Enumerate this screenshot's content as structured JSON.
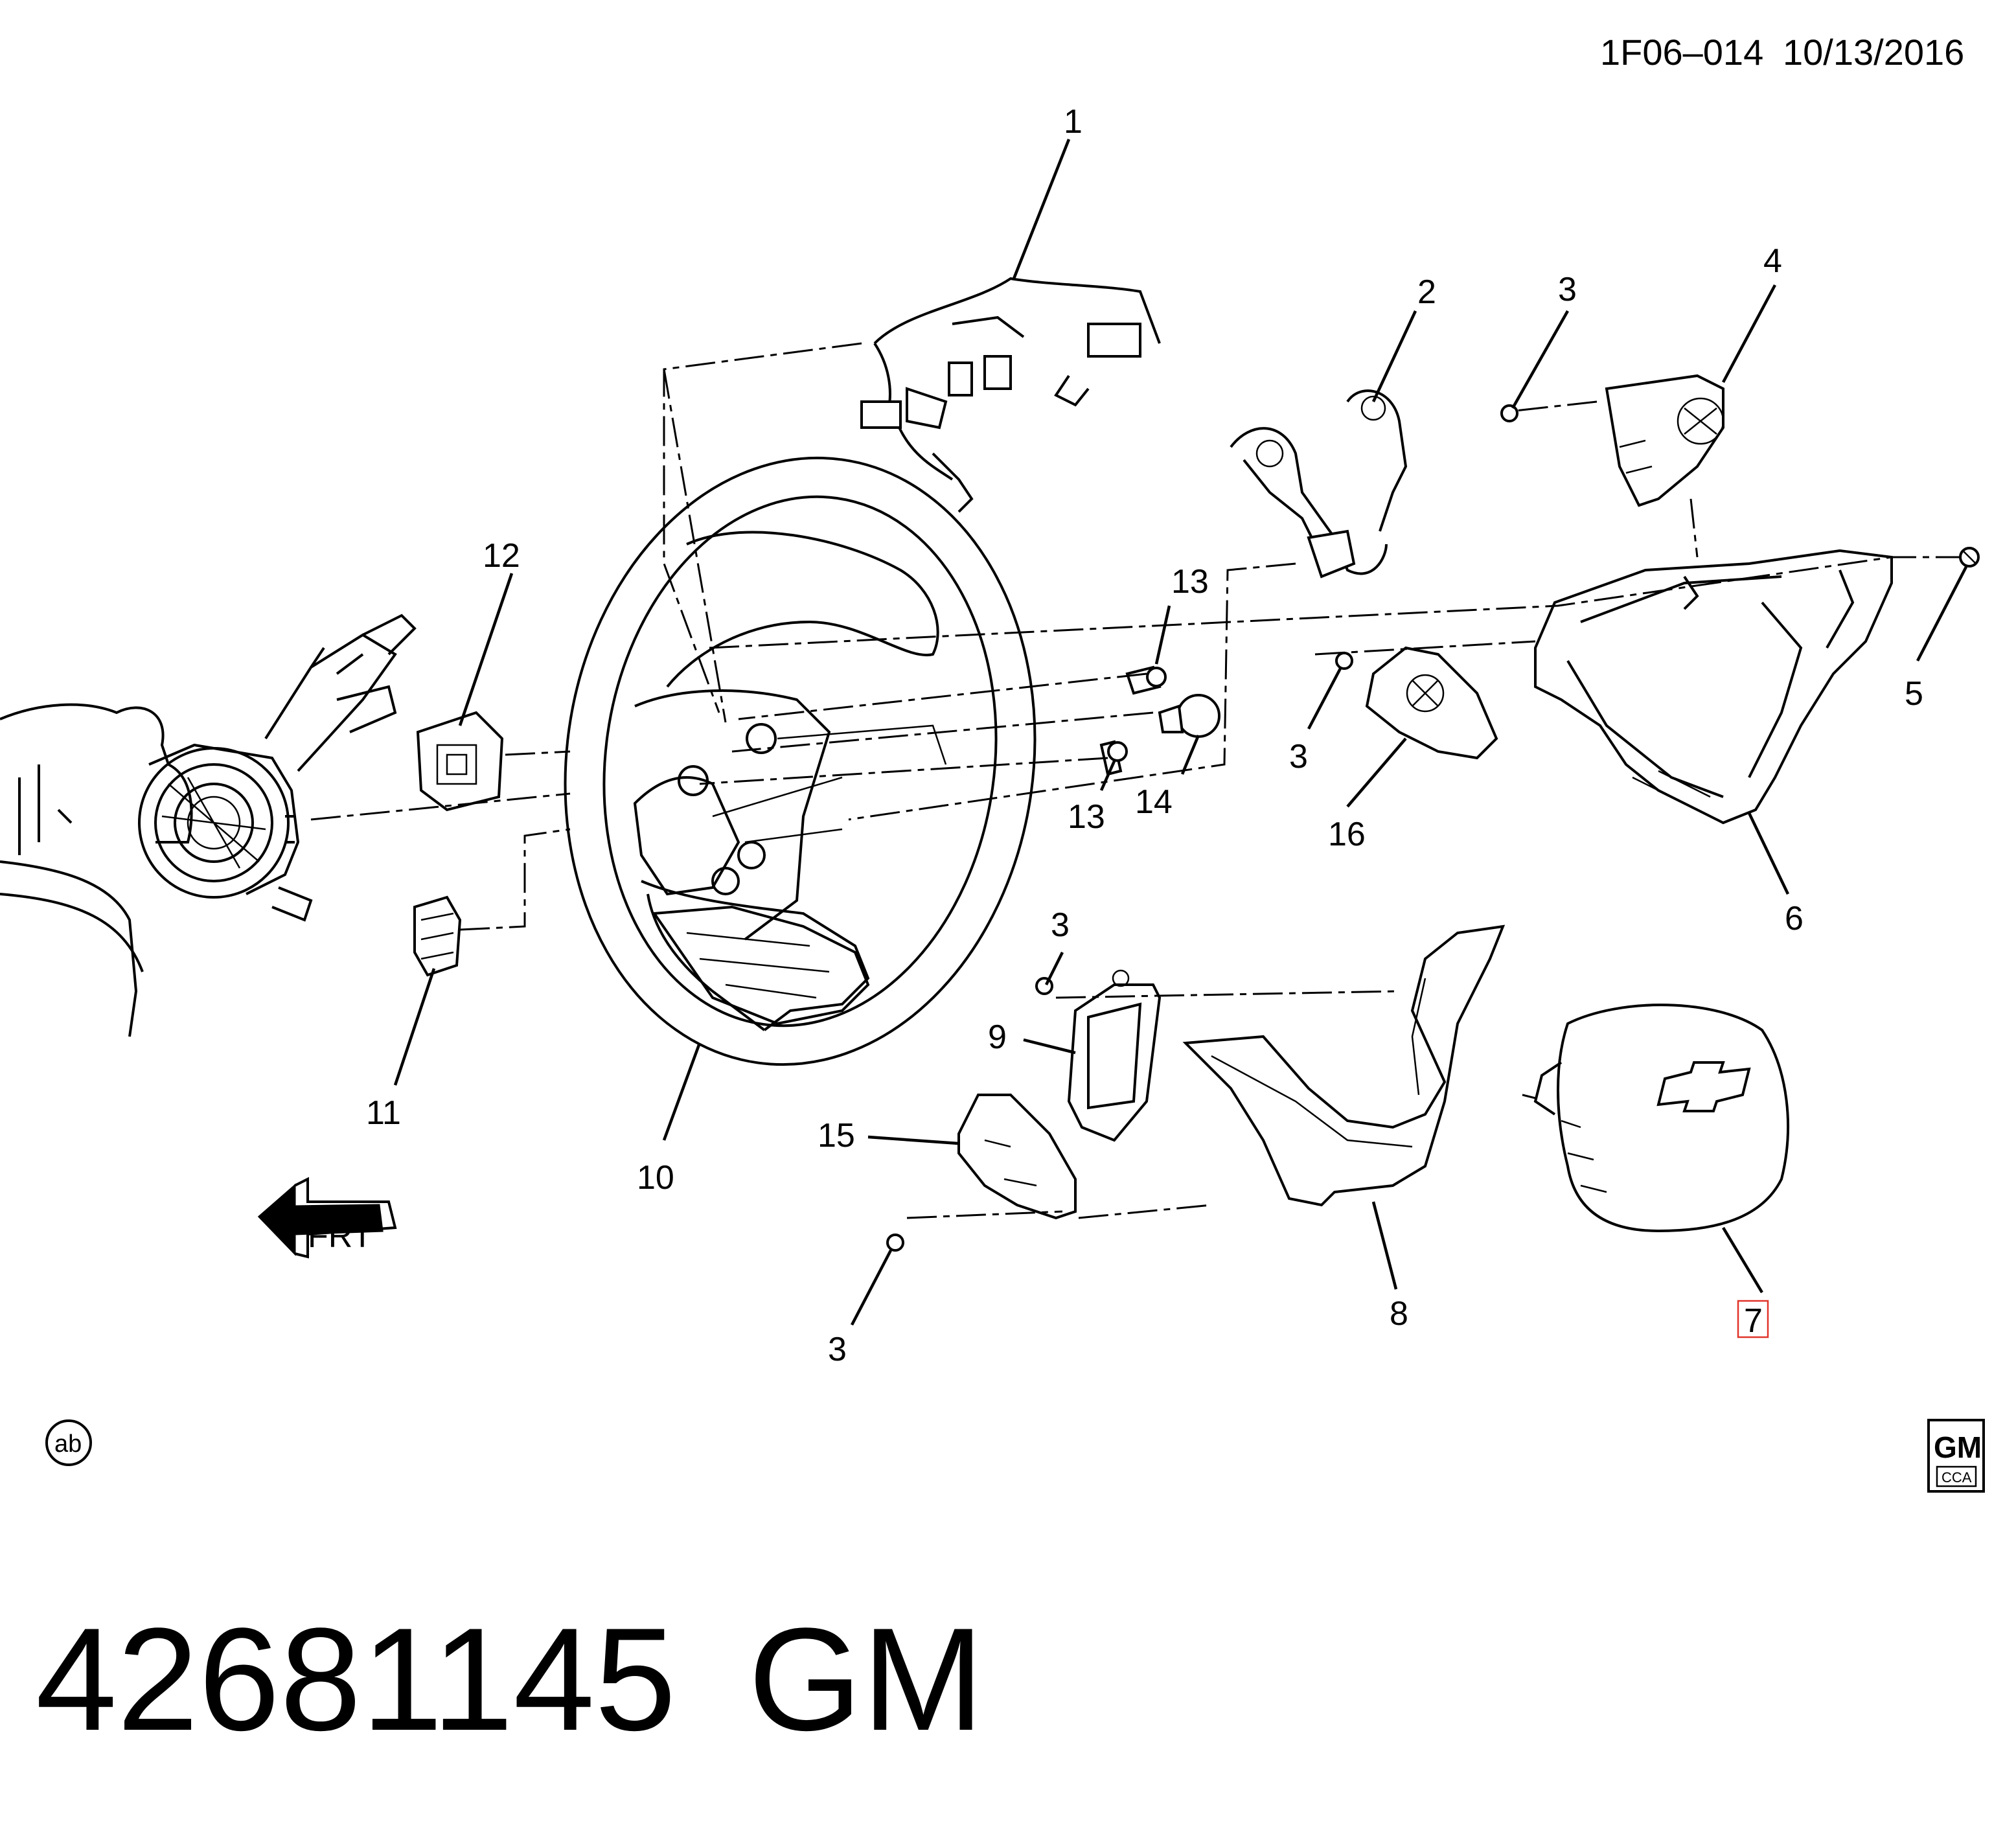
{
  "header": {
    "code": "1F06–014",
    "date": "10/13/2016"
  },
  "callouts": {
    "c1": "1",
    "c2": "2",
    "c3a": "3",
    "c4": "4",
    "c5": "5",
    "c6": "6",
    "c3b": "3",
    "c16": "16",
    "c12": "12",
    "c13a": "13",
    "c13b": "13",
    "c14": "14",
    "c3c": "3",
    "c9": "9",
    "c11": "11",
    "c10": "10",
    "c15": "15",
    "c8": "8",
    "c7": "7",
    "c3d": "3"
  },
  "highlighted_callout": "7",
  "highlight_color": "#e0342a",
  "frt_label": "FRT",
  "ab_mark": "ab",
  "logo": {
    "brand": "GM",
    "sub": "CCA"
  },
  "footer": {
    "part_number": "42681145",
    "brand": "GM"
  },
  "icons": [
    "front-direction-arrow-icon",
    "ab-circle-icon",
    "gm-cca-logo-icon",
    "chevrolet-bowtie-icon"
  ]
}
